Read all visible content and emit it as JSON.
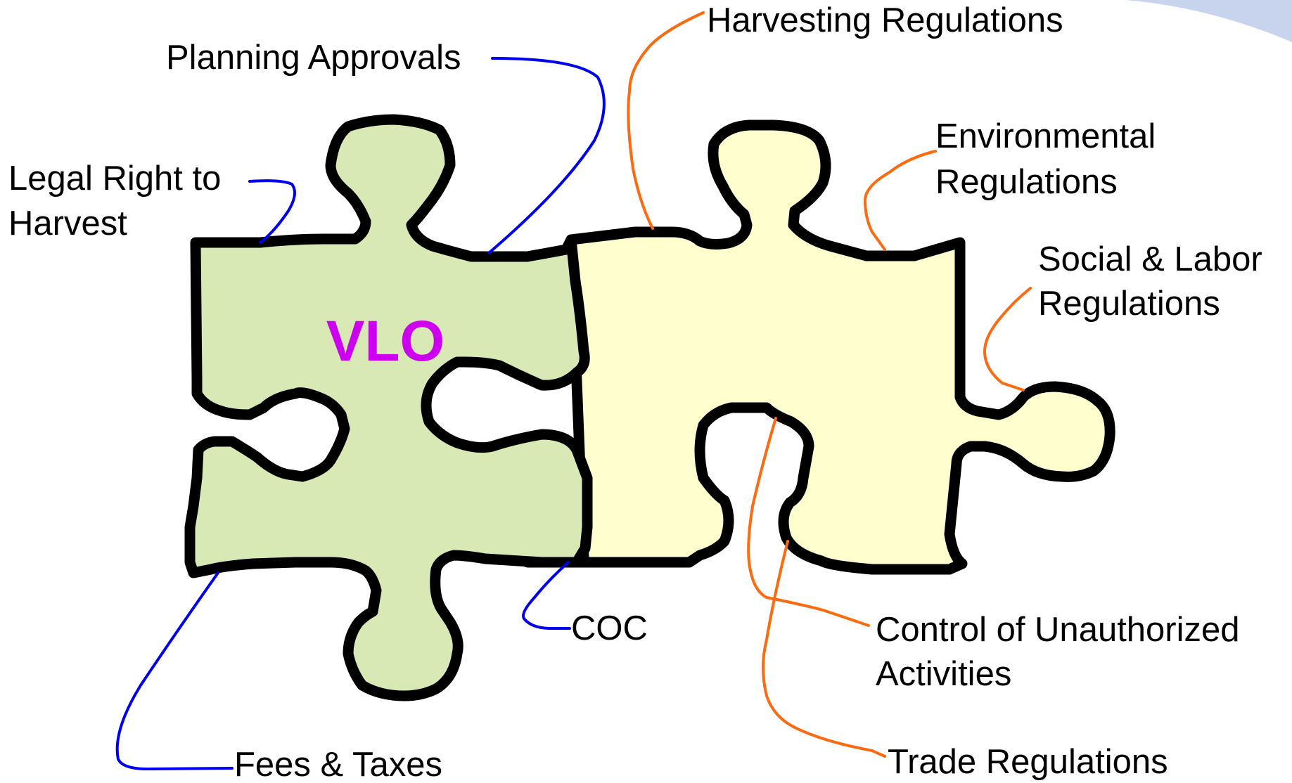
{
  "center_label": "VLO",
  "colors": {
    "left_piece_fill": "#d8e9b5",
    "right_piece_fill": "#fefece",
    "blue_leader": "#0000ee",
    "orange_leader": "#ff6a10",
    "center_label": "#cc00ee",
    "corner_swoosh": "#c8d3ee"
  },
  "left_piece_labels": {
    "planning": "Planning Approvals",
    "legal_line1": "Legal Right to",
    "legal_line2": "Harvest",
    "fees": "Fees & Taxes",
    "coc": "COC"
  },
  "right_piece_labels": {
    "harvesting": "Harvesting Regulations",
    "env_line1": "Environmental",
    "env_line2": "Regulations",
    "social_line1": "Social & Labor",
    "social_line2": "Regulations",
    "control_line1": "Control of Unauthorized",
    "control_line2": "Activities",
    "trade": "Trade Regulations"
  }
}
